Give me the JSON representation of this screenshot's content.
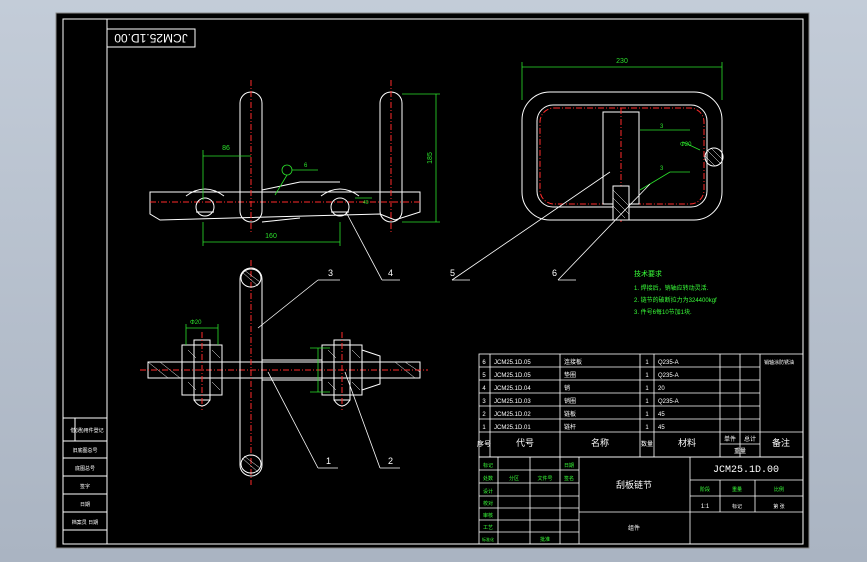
{
  "drawing_number_stamp": "JCM25.1D.00",
  "colors": {
    "paper": "#000000",
    "line": "#ffffff",
    "centerline": "#ff2a2a",
    "dimension": "#2be02b",
    "text_green": "#39ff39",
    "text_yellow": "#e8e85a"
  },
  "dimensions": {
    "pitch_86": "86",
    "pitch_160": "160",
    "height_185": "185",
    "width_230": "230",
    "dia_20": "Φ20",
    "dia_20_left": "Φ20",
    "weld_6": "6",
    "weld_3_top": "3",
    "weld_3_bottom": "3",
    "small_40": "40"
  },
  "balloons": {
    "b1": "1",
    "b2": "2",
    "b3": "3",
    "b4": "4",
    "b5": "5",
    "b6": "6"
  },
  "technical_requirements": {
    "title": "技术要求",
    "items": [
      "1. 焊接后，销轴应转动灵活.",
      "2. 链节的破断拉力为324400kgf",
      "3. 件号6每10节加1块."
    ]
  },
  "bom": {
    "rows": [
      {
        "no": "6",
        "code": "JCM25.1D.05",
        "name": "连接板",
        "qty": "1",
        "material": "Q235-A"
      },
      {
        "no": "5",
        "code": "JCM25.1D.05",
        "name": "垫圈",
        "qty": "1",
        "material": "Q235-A"
      },
      {
        "no": "4",
        "code": "JCM25.1D.04",
        "name": "销",
        "qty": "1",
        "material": "20"
      },
      {
        "no": "3",
        "code": "JCM25.1D.03",
        "name": "销圈",
        "qty": "1",
        "material": "Q235-A"
      },
      {
        "no": "2",
        "code": "JCM25.1D.02",
        "name": "链板",
        "qty": "1",
        "material": "45"
      },
      {
        "no": "1",
        "code": "JCM25.1D.01",
        "name": "链杆",
        "qty": "1",
        "material": "45"
      }
    ],
    "side_note": "销轴涂防锈油",
    "header": {
      "no": "序号",
      "code": "代号",
      "name": "名称",
      "qty": "数量",
      "material": "材料",
      "unit": "单件",
      "total": "总计",
      "weight": "重量",
      "remark": "备注"
    }
  },
  "title_block": {
    "drawing_name": "刮板链节",
    "drawing_code": "JCM25.1D.00",
    "assembly_label": "组件",
    "scale": "1:1",
    "weight_label": "重量",
    "sheet_label": "第 张",
    "stage_label": "阶段",
    "mark_label": "标记",
    "ratio_label": "比例",
    "left_labels": [
      "标记",
      "设计",
      "校对",
      "审核",
      "工艺",
      "标准化",
      "批准"
    ],
    "grid_labels": [
      "处数",
      "分区",
      "文件号",
      "签名",
      "日期"
    ]
  },
  "left_strip": {
    "labels": [
      "借(通)用件登记",
      "旧底图总号",
      "底图总号",
      "签字",
      "日期",
      "档案员  日期"
    ]
  }
}
